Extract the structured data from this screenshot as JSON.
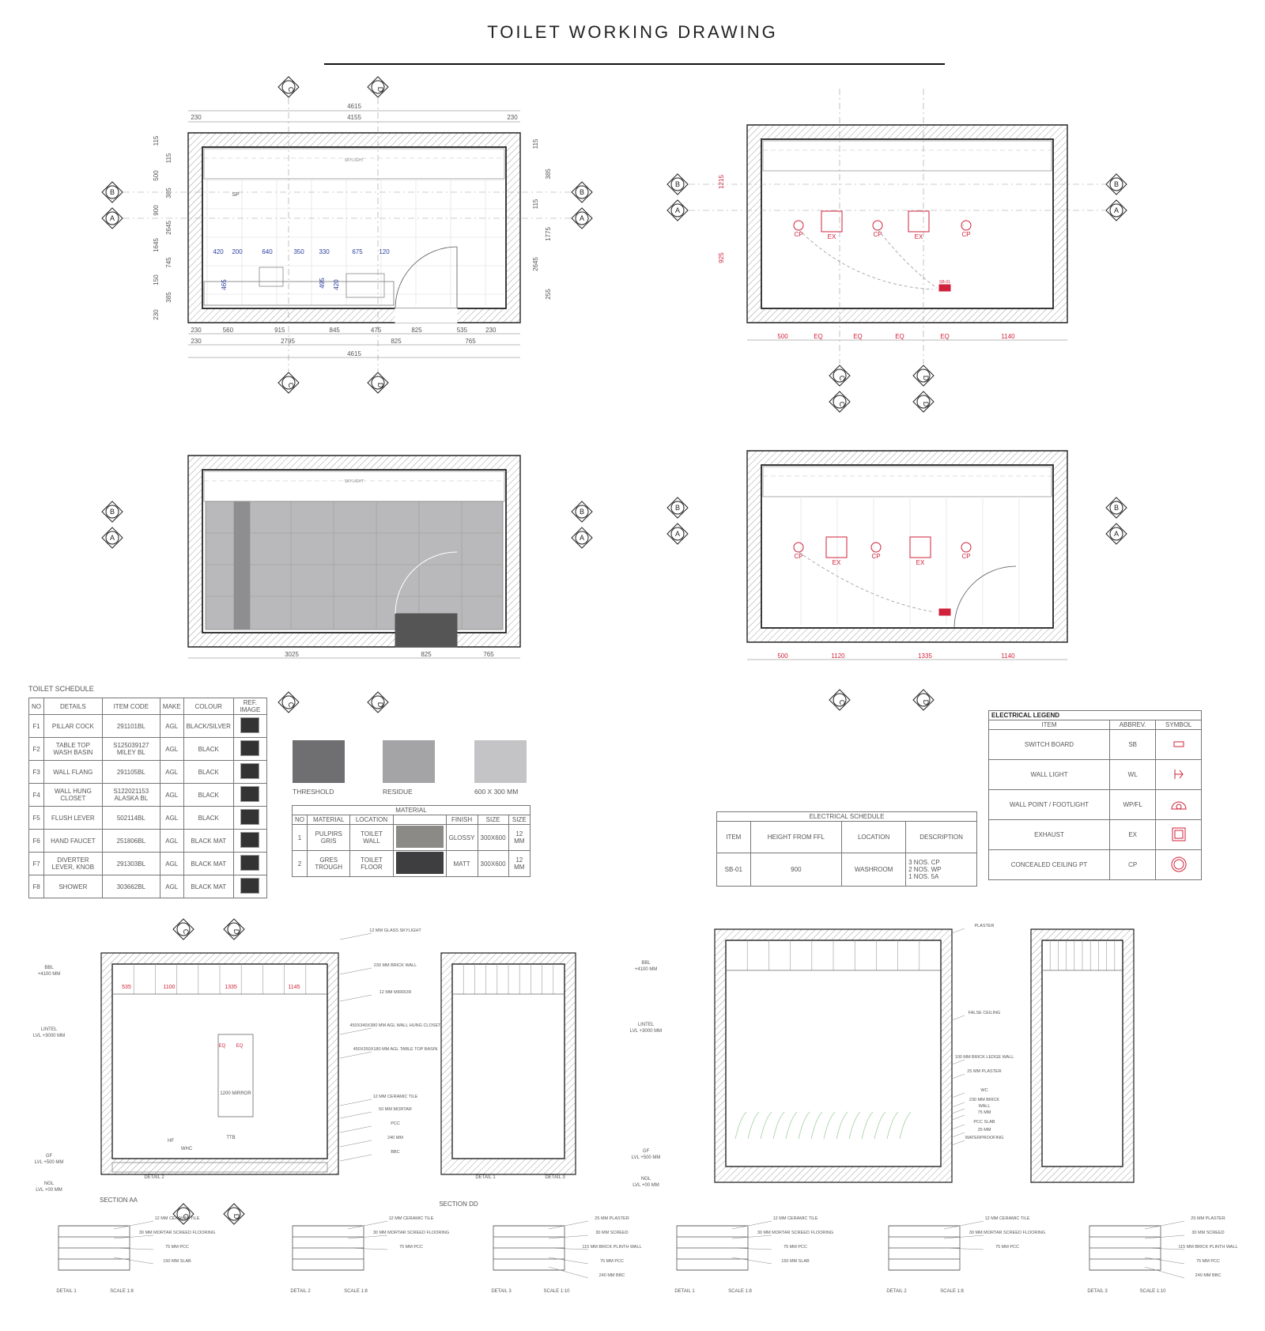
{
  "title": "TOILET WORKING DRAWING",
  "plan": {
    "top_dims": [
      "4615",
      "4155"
    ],
    "left_edge": "230",
    "right_edge": "230",
    "skylight": "SKYLIGHT",
    "left_vert": [
      "115",
      "115",
      "500",
      "385",
      "900",
      "2645",
      "1645",
      "745",
      "150",
      "385",
      "230"
    ],
    "right_vert": [
      "115",
      "385",
      "115",
      "1775",
      "2645",
      "255"
    ],
    "fixture_dims": [
      "420",
      "200",
      "640",
      "350",
      "330",
      "675",
      "120"
    ],
    "fixture_heights": [
      "465",
      "495",
      "420"
    ],
    "bottom_row1": [
      "230",
      "560",
      "915",
      "845",
      "475",
      "825",
      "535",
      "230"
    ],
    "bottom_row2": [
      "230",
      "2795",
      "825",
      "765"
    ],
    "bottom_total": "4615",
    "sp": "SP"
  },
  "rcp": {
    "left_dims": [
      "1215",
      "925"
    ],
    "bottom": [
      "500",
      "EQ",
      "EQ",
      "EQ",
      "EQ",
      "1140"
    ],
    "cp": "CP",
    "ex": "EX",
    "sb": "SB-01"
  },
  "floor": {
    "bottom": [
      "3025",
      "825",
      "765"
    ],
    "skylight": "SKYLIGHT"
  },
  "elec_plan": {
    "bottom": [
      "500",
      "1120",
      "1335",
      "1140"
    ]
  },
  "grid": {
    "A": "A",
    "B": "B",
    "C": "C",
    "D": "D"
  },
  "schedule": {
    "title": "TOILET SCHEDULE",
    "headers": [
      "NO",
      "DETAILS",
      "ITEM CODE",
      "MAKE",
      "COLOUR",
      "REF. IMAGE"
    ],
    "rows": [
      [
        "F1",
        "PILLAR COCK",
        "291101BL",
        "AGL",
        "BLACK/SILVER"
      ],
      [
        "F2",
        "TABLE TOP WASH BASIN",
        "S125039127 MILEY BL",
        "AGL",
        "BLACK"
      ],
      [
        "F3",
        "WALL FLANG",
        "291105BL",
        "AGL",
        "BLACK"
      ],
      [
        "F4",
        "WALL HUNG CLOSET",
        "S122021153 ALASKA BL",
        "AGL",
        "BLACK"
      ],
      [
        "F5",
        "FLUSH LEVER",
        "502114BL",
        "AGL",
        "BLACK"
      ],
      [
        "F6",
        "HAND FAUCET",
        "251806BL",
        "AGL",
        "BLACK MAT"
      ],
      [
        "F7",
        "DIVERTER LEVER, KNOB",
        "291303BL",
        "AGL",
        "BLACK MAT"
      ],
      [
        "F8",
        "SHOWER",
        "303662BL",
        "AGL",
        "BLACK MAT"
      ]
    ]
  },
  "swatches": {
    "items": [
      {
        "label": "THRESHOLD",
        "color": "#6f6f71"
      },
      {
        "label": "RESIDUE",
        "color": "#a4a4a6"
      },
      {
        "label": "600 X 300 MM",
        "color": "#c4c4c6"
      }
    ]
  },
  "material": {
    "title": "MATERIAL",
    "headers": [
      "NO",
      "MATERIAL",
      "LOCATION",
      "",
      "FINISH",
      "SIZE",
      "SIZE"
    ],
    "rows": [
      [
        "1",
        "PULPIRS GRIS",
        "TOILET WALL",
        "",
        "GLOSSY",
        "300X600",
        "12 MM"
      ],
      [
        "2",
        "GRES TROUGH",
        "TOILET FLOOR",
        "",
        "MATT",
        "300X600",
        "12 MM"
      ]
    ]
  },
  "elec_schedule": {
    "title": "ELECTRICAL SCHEDULE",
    "headers": [
      "ITEM",
      "HEIGHT FROM FFL",
      "LOCATION",
      "DESCRIPTION"
    ],
    "row": [
      "SB-01",
      "900",
      "WASHROOM",
      "3 NOS. CP\n2 NOS. WP\n1 NOS. 5A"
    ]
  },
  "elec_legend": {
    "title": "ELECTRICAL LEGEND",
    "headers": [
      "ITEM",
      "ABBREV.",
      "SYMBOL"
    ],
    "rows": [
      [
        "SWITCH BOARD",
        "SB"
      ],
      [
        "WALL LIGHT",
        "WL"
      ],
      [
        "WALL POINT / FOOTLIGHT",
        "WP/FL"
      ],
      [
        "EXHAUST",
        "EX"
      ],
      [
        "CONCEALED CEILING PT",
        "CP"
      ]
    ]
  },
  "sections": {
    "aa": "SECTION AA",
    "dd": "SECTION DD",
    "red_dims": [
      "535",
      "1100",
      "1335",
      "1145"
    ],
    "levels": [
      "BBL +4100 MM",
      "LINTEL LVL +3000 MM",
      "GF LVL +500 MM",
      "NGL LVL +00 MM"
    ],
    "labels": [
      "12 MM GLASS SKYLIGHT",
      "230 MM BRICK WALL",
      "12 MM MIRROR",
      "450X340X380 MM AGL WALL HUNG CLOSET",
      "450X350X180 MM AGL TABLE TOP BASIN",
      "12 MM CERAMIC TILE",
      "50 MM MORTAR",
      "PCC",
      "240 MM",
      "BBC",
      "PLASTER",
      "FALSE CEILING",
      "100 MM BRICK LEDGE WALL",
      "25 MM PLASTER",
      "WC",
      "230 MM BRICK",
      "WALL",
      "75 MM",
      "PCC SLAB",
      "25 MM",
      "WATERPROOFING"
    ],
    "mirror": "1200 MIRROR",
    "detail_tags": [
      "DETAIL 2",
      "DETAIL 1",
      "DETAIL 3"
    ],
    "fixture_tags": [
      "EQ",
      "EQ",
      "TTB",
      "HF",
      "WHC"
    ]
  },
  "details": {
    "d1": [
      "12 MM CERAMIC TILE",
      "30 MM MORTAR SCREED FLOORING",
      "75 MM PCC",
      "150 MM SLAB"
    ],
    "d2": [
      "12 MM CERAMIC TILE",
      "30 MM MORTAR SCREED FLOORING",
      "75 MM PCC"
    ],
    "d3": [
      "25 MM PLASTER",
      "30 MM SCREED",
      "115 MM BRICK PLINTH WALL",
      "75 MM PCC",
      "240 MM BBC"
    ],
    "captions": [
      "DETAIL 1",
      "DETAIL 2",
      "DETAIL 3"
    ],
    "scales": [
      "SCALE 1:8",
      "SCALE 1:8",
      "SCALE 1:10"
    ]
  }
}
